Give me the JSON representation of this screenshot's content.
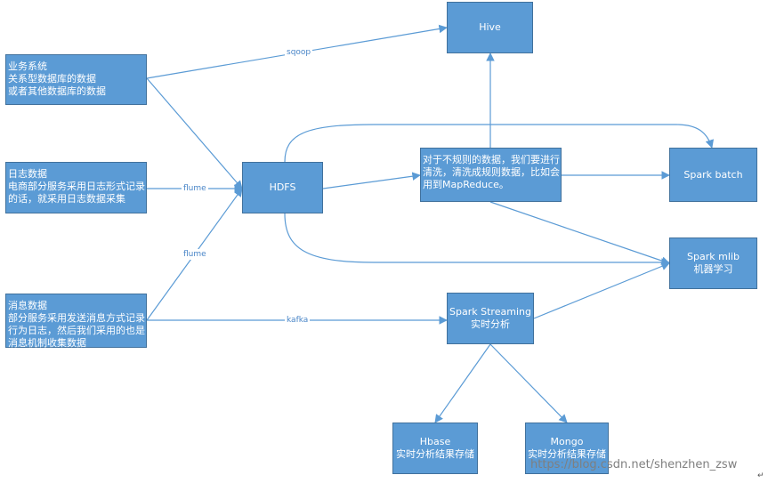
{
  "nodes": {
    "hive": {
      "lines": [
        "Hive"
      ]
    },
    "biz": {
      "lines": [
        "业务系统",
        "关系型数据库的数据",
        "或者其他数据库的数据"
      ]
    },
    "log": {
      "lines": [
        "日志数据",
        "电商部分服务采用日志形式记录",
        "的话，就采用日志数据采集"
      ]
    },
    "msg": {
      "lines": [
        "消息数据",
        "部分服务采用发送消息方式记录",
        "行为日志，然后我们采用的也是",
        "消息机制收集数据"
      ]
    },
    "hdfs": {
      "lines": [
        "HDFS"
      ]
    },
    "clean": {
      "lines": [
        "对于不规则的数据，我们要进行",
        "清洗，清洗成规则数据，比如会",
        "用到MapReduce。"
      ]
    },
    "batch": {
      "lines": [
        "Spark batch"
      ]
    },
    "mlib": {
      "lines": [
        "Spark mlib",
        "机器学习"
      ]
    },
    "streaming": {
      "lines": [
        "Spark Streaming",
        "实时分析"
      ]
    },
    "hbase": {
      "lines": [
        "Hbase",
        "实时分析结果存储"
      ]
    },
    "mongo": {
      "lines": [
        "Mongo",
        "实时分析结果存储"
      ]
    }
  },
  "edge_labels": {
    "sqoop": "sqoop",
    "flume_log": "flume",
    "flume_msg": "flume",
    "kafka": "kafka"
  },
  "watermark": "https://blog.csdn.net/shenzhen_zsw",
  "colors": {
    "box_fill": "#5b9bd5",
    "box_border": "#41719c",
    "edge": "#5b9bd5",
    "label": "#4a86c8"
  }
}
